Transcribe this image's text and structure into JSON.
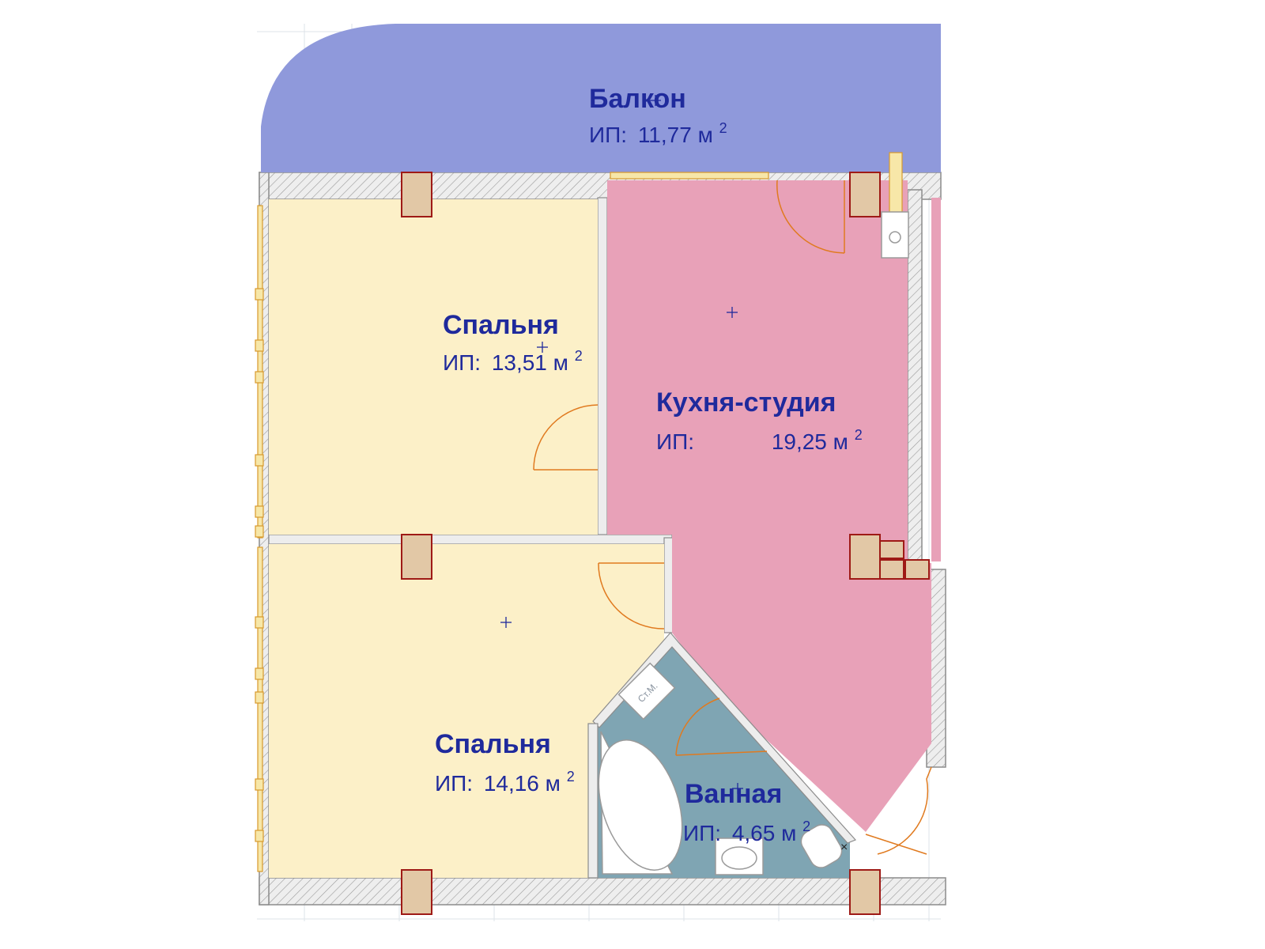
{
  "plan": {
    "rooms": [
      {
        "id": "balcony",
        "name": "Балкон",
        "area_prefix": "ИП:",
        "area_value": "11,77 м",
        "area_sup": "2",
        "color": "#8f99db"
      },
      {
        "id": "bedroom1",
        "name": "Спальня",
        "area_prefix": "ИП:",
        "area_value": "13,51 м",
        "area_sup": "2",
        "color": "#fcf0c8"
      },
      {
        "id": "kitchen",
        "name": "Кухня-студия",
        "area_prefix": "ИП:",
        "area_value": "19,25 м",
        "area_sup": "2",
        "color": "#e8a1b8"
      },
      {
        "id": "bedroom2",
        "name": "Спальня",
        "area_prefix": "ИП:",
        "area_value": "14,16 м",
        "area_sup": "2",
        "color": "#fcf0c8"
      },
      {
        "id": "bathroom",
        "name": "Ванная",
        "area_prefix": "ИП:",
        "area_value": "4,65 м",
        "area_sup": "2",
        "color": "#7fa5b3"
      }
    ],
    "washer_label": "Ст.М.",
    "colors": {
      "wall_fill": "#ededed",
      "column_fill": "#e2c8a6",
      "column_stroke": "#9e1a16",
      "door": "#e07a1f",
      "text": "#1f2a9c"
    }
  }
}
